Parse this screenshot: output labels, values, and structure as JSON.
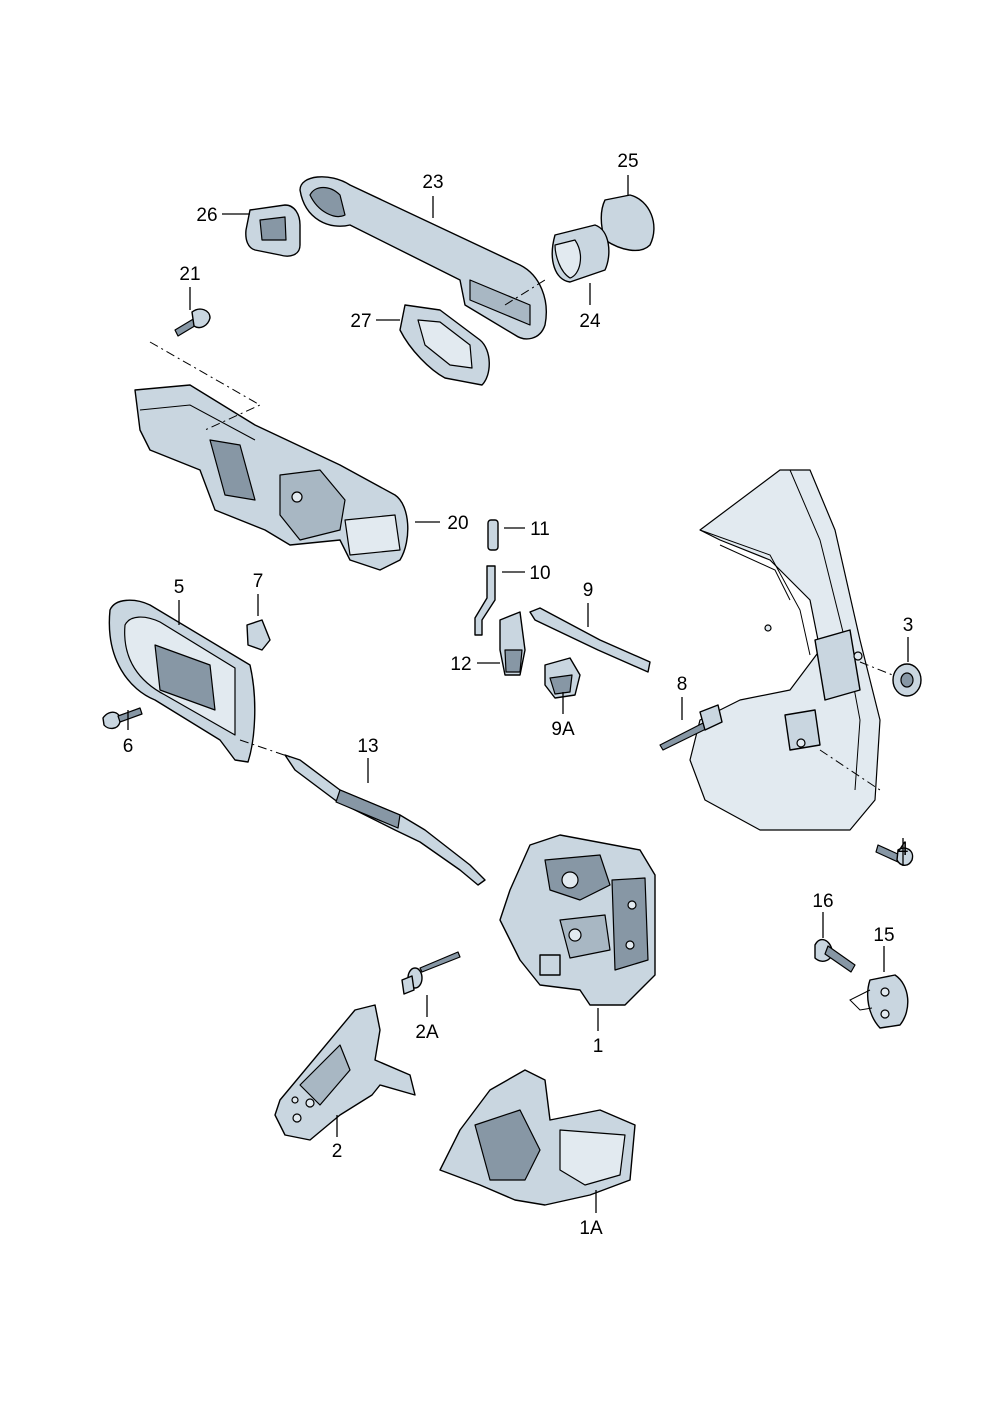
{
  "callouts": {
    "p1": "1",
    "p1A": "1A",
    "p2": "2",
    "p2A": "2A",
    "p3": "3",
    "p4": "4",
    "p5": "5",
    "p6": "6",
    "p7": "7",
    "p8": "8",
    "p9": "9",
    "p9A": "9A",
    "p10": "10",
    "p11": "11",
    "p12": "12",
    "p13": "13",
    "p15": "15",
    "p16": "16",
    "p20": "20",
    "p21": "21",
    "p23": "23",
    "p24": "24",
    "p25": "25",
    "p26": "26",
    "p27": "27"
  },
  "colors": {
    "part_fill": "#c9d6e0",
    "part_dark": "#8797a5",
    "part_light": "#e2eaf0",
    "line": "#000000"
  }
}
